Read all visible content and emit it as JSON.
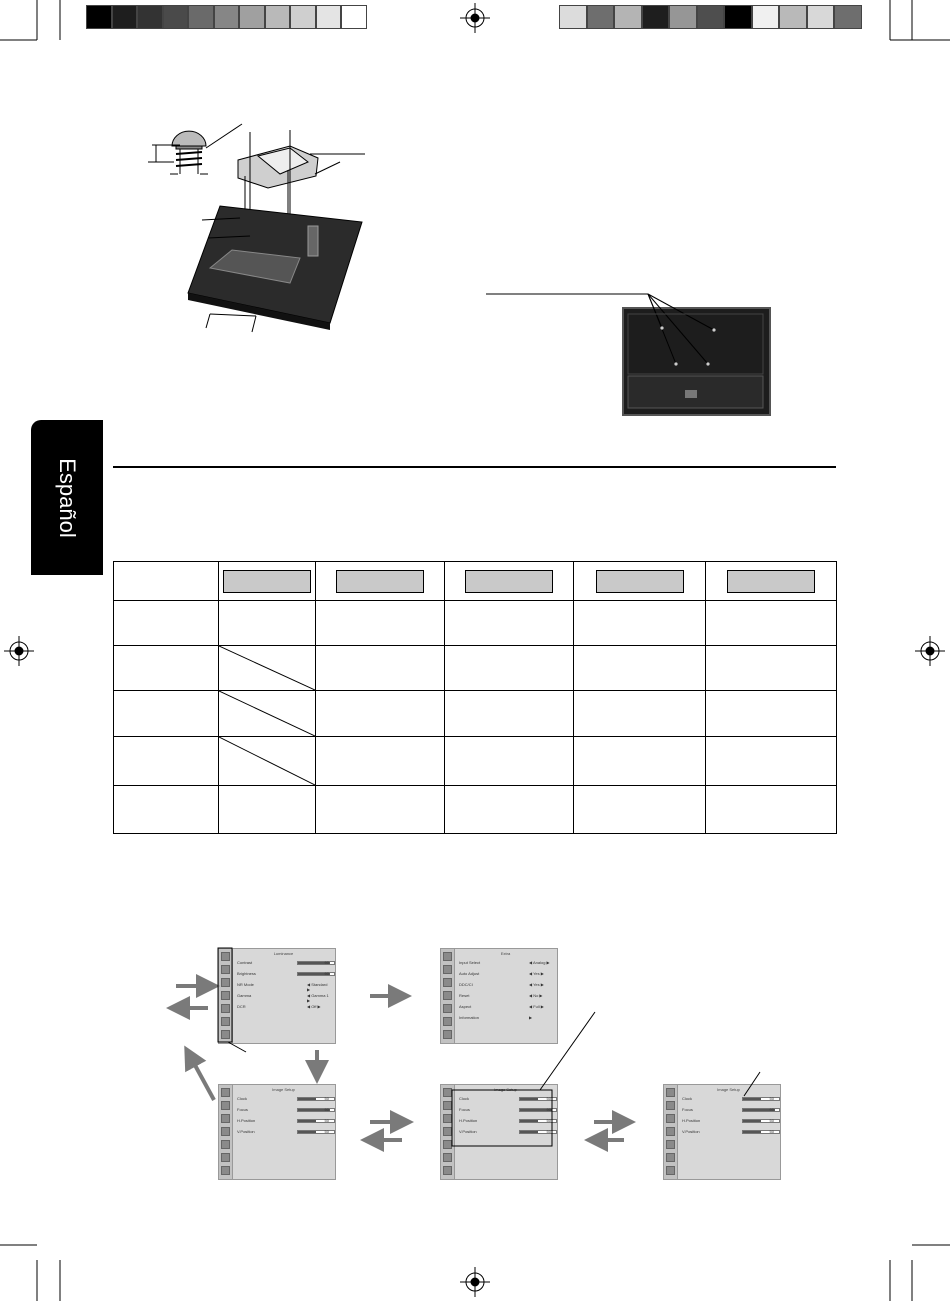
{
  "tab": {
    "label": "Español"
  },
  "colors": {
    "black": "#000000",
    "osd_background": "#d8d8d8",
    "osd_bar_fill": "#555555",
    "header_box": "#c9c9c9",
    "arrow": "#7a7a7a"
  },
  "color_bar": {
    "left_swatches": [
      "#000000",
      "#1e1e1e",
      "#333333",
      "#4a4a4a",
      "#6a6a6a",
      "#868686",
      "#a0a0a0",
      "#b9b9b9",
      "#cfcfcf",
      "#e4e4e4",
      "#ffffff"
    ],
    "right_swatches": [
      "#dcdcdc",
      "#6e6e6e",
      "#b4b4b4",
      "#1e1e1e",
      "#969696",
      "#4e4e4e",
      "#000000",
      "#f0f0f0",
      "#b9b9b9",
      "#d8d8d8",
      "#6e6e6e"
    ]
  },
  "registration_marks": [
    "crosshair-top",
    "crosshair-left",
    "crosshair-right",
    "crosshair-bottom"
  ],
  "table": {
    "columns": 6,
    "rows": 6,
    "diagonal_rows": [
      1,
      2,
      3
    ]
  },
  "osd_menus": {
    "luminance": {
      "title": "Luminance",
      "rows": [
        {
          "label": "Contrast",
          "value": 90,
          "max": 100,
          "shown": "90"
        },
        {
          "label": "Brightness",
          "value": 90,
          "max": 100,
          "shown": "90"
        },
        {
          "label": "NR Mode",
          "choice": "Standard"
        },
        {
          "label": "Gamma",
          "choice": "Gamma 1"
        },
        {
          "label": "DCR",
          "choice": "Off"
        }
      ]
    },
    "extra": {
      "title": "Extra",
      "rows": [
        {
          "label": "Input Select",
          "choice": "Analog"
        },
        {
          "label": "Auto Adjust",
          "choice": "Yes"
        },
        {
          "label": "DDC/CI",
          "choice": "Yes"
        },
        {
          "label": "Reset",
          "choice": "No"
        },
        {
          "label": "Aspect",
          "choice": "Full"
        },
        {
          "label": "Information",
          "choice": ""
        }
      ]
    },
    "image_setup": {
      "title": "Image Setup",
      "rows": [
        {
          "label": "Clock",
          "value": 50,
          "max": 100,
          "shown": "50"
        },
        {
          "label": "Focus",
          "value": 90,
          "max": 100,
          "shown": "90"
        },
        {
          "label": "H.Position",
          "value": 50,
          "max": 100,
          "shown": "50"
        },
        {
          "label": "V.Position",
          "value": 50,
          "max": 100,
          "shown": "50"
        }
      ]
    }
  }
}
